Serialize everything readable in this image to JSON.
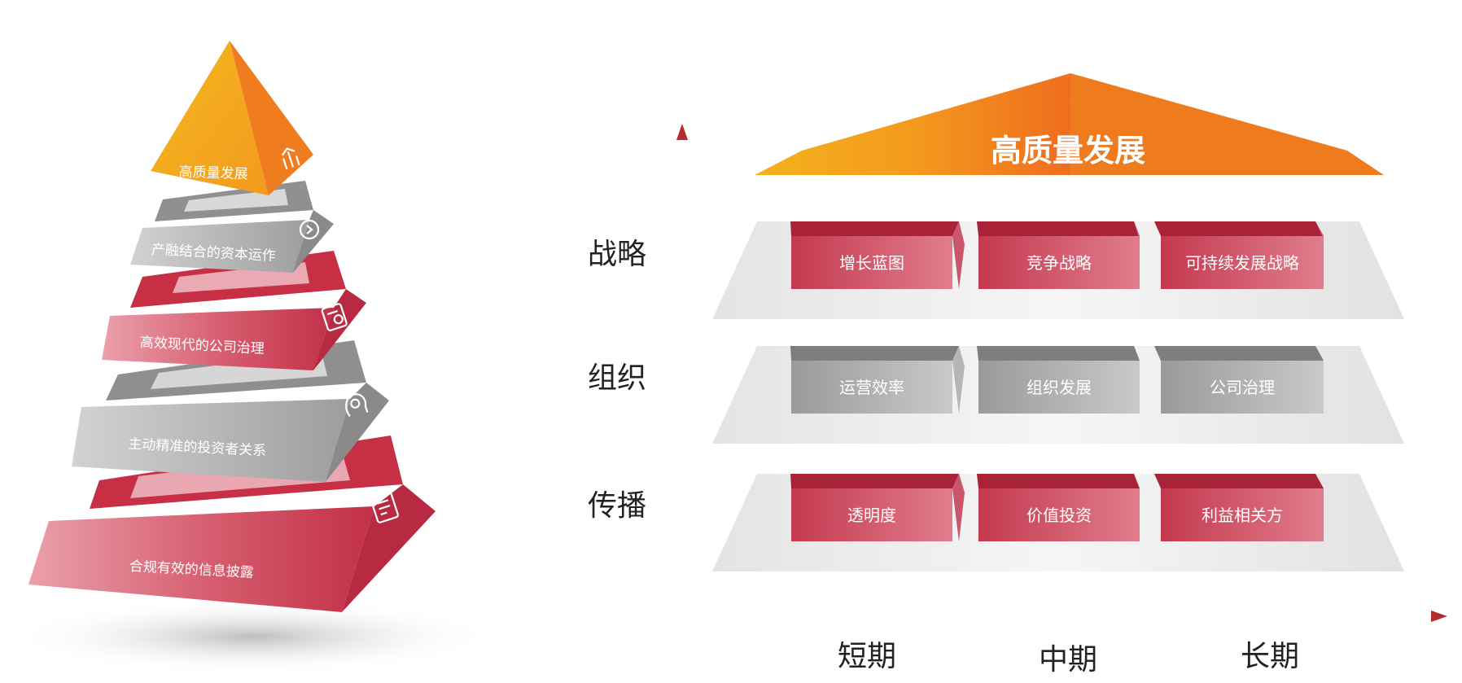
{
  "pyramid": {
    "levels": [
      {
        "label": "高质量发展",
        "icon": "growth-chart-icon",
        "color": "orange"
      },
      {
        "label": "产融结合的资本运作",
        "icon": "cycle-icon",
        "color": "gray"
      },
      {
        "label": "高效现代的公司治理",
        "icon": "document-seal-icon",
        "color": "red"
      },
      {
        "label": "主动精准的投资者关系",
        "icon": "head-gear-icon",
        "color": "gray"
      },
      {
        "label": "合规有效的信息披露",
        "icon": "document-list-icon",
        "color": "red"
      }
    ]
  },
  "framework": {
    "roof_label": "高质量发展",
    "rows": [
      {
        "label": "战略",
        "color": "red",
        "cells": [
          "增长蓝图",
          "竞争战略",
          "可持续发展战略"
        ]
      },
      {
        "label": "组织",
        "color": "gray",
        "cells": [
          "运营效率",
          "组织发展",
          "公司治理"
        ]
      },
      {
        "label": "传播",
        "color": "red",
        "cells": [
          "透明度",
          "价值投资",
          "利益相关方"
        ]
      }
    ],
    "x_axis": [
      "短期",
      "中期",
      "长期"
    ]
  },
  "colors": {
    "red": "#c8384f",
    "red_light": "#e07b8a",
    "gray": "#9b9b9b",
    "gray_light": "#cfcfcf",
    "orange": "#f28a1e",
    "orange_light": "#f6b322",
    "axis": "#b52a2a"
  }
}
